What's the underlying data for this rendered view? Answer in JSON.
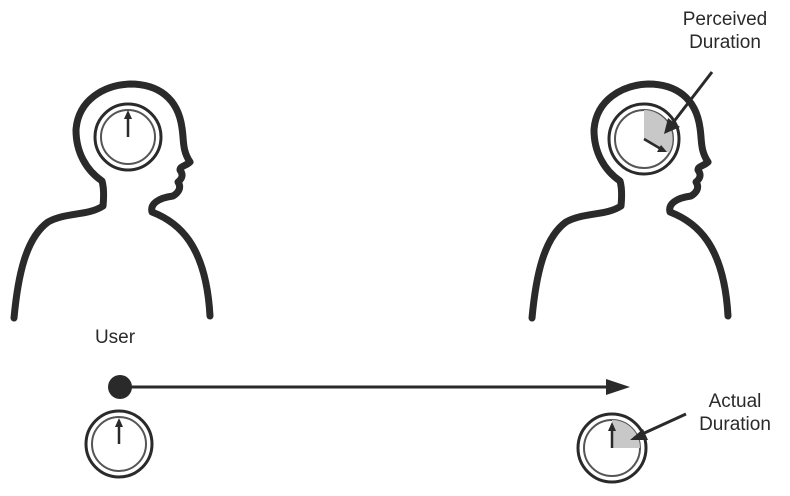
{
  "labels": {
    "perceived": [
      "Perceived",
      "Duration"
    ],
    "user": "User",
    "actual": [
      "Actual",
      "Duration"
    ]
  },
  "icons": [
    "head-silhouette-icon",
    "clock-icon",
    "arrow-icon",
    "start-dot-icon"
  ],
  "colors": {
    "stroke": "#2a2a2a",
    "wedge": "#c8c8c8",
    "background": "#ffffff"
  },
  "durations": {
    "perceived_clock_hand_minutes": 20,
    "actual_clock_hand_minutes": 8
  }
}
